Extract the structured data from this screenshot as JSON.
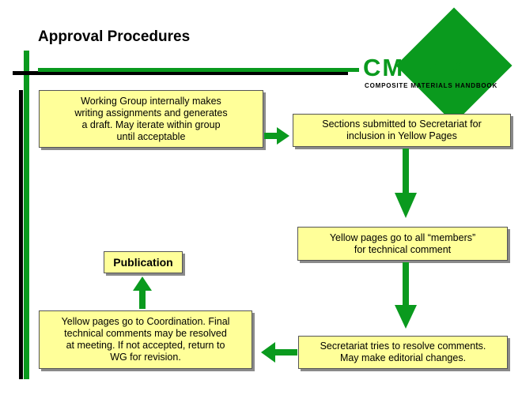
{
  "title": "Approval Procedures",
  "logo": {
    "main": "CMH-17",
    "subtitle": "COMPOSITE MATERIALS HANDBOOK",
    "color": "#0a9a1e"
  },
  "colors": {
    "accent_green": "#0a9a1e",
    "box_fill": "#ffff99",
    "rule_black": "#000000"
  },
  "steps": [
    {
      "id": "wg-draft",
      "text": "Working Group internally makes\nwriting assignments and generates\na draft. May iterate within group\nuntil acceptable"
    },
    {
      "id": "submit-secretariat",
      "text": "Sections submitted to Secretariat for\ninclusion in Yellow Pages"
    },
    {
      "id": "yellow-pages-members",
      "text": "Yellow pages go to all “members”\nfor technical comment"
    },
    {
      "id": "secretariat-resolve",
      "text": "Secretariat tries to resolve comments.\nMay make editorial changes."
    },
    {
      "id": "coordination",
      "text": "Yellow pages go to Coordination. Final\ntechnical comments may be resolved\nat meeting. If not accepted, return to\nWG for revision."
    },
    {
      "id": "publication",
      "text": "Publication"
    }
  ]
}
